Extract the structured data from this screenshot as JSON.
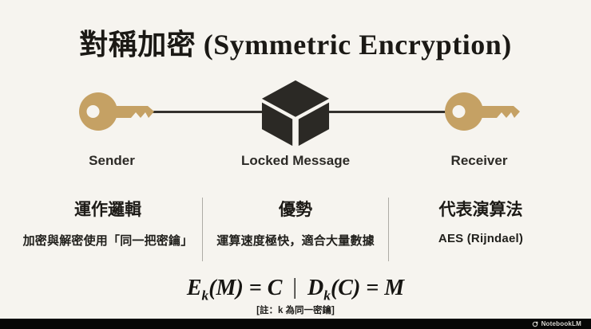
{
  "page": {
    "background": "#f6f4ef",
    "ink": "#1b1915",
    "divider_color": "#aeaca6"
  },
  "title": "對稱加密 (Symmetric Encryption)",
  "diagram": {
    "key_color": "#c5a164",
    "cube_color": "#2b2925",
    "line_color": "#33312d",
    "sender_label": "Sender",
    "locked_message_label": "Locked Message",
    "receiver_label": "Receiver"
  },
  "columns": [
    {
      "heading": "運作邏輯",
      "description": "加密與解密使用「同一把密鑰」"
    },
    {
      "heading": "優勢",
      "description": "運算速度極快，適合大量數據"
    },
    {
      "heading": "代表演算法",
      "description": "AES (Rijndael)"
    }
  ],
  "formula": {
    "enc_fn": "E",
    "enc_sub": "k",
    "enc_rest": "(M) = C",
    "separator": "|",
    "dec_fn": "D",
    "dec_sub": "k",
    "dec_rest": "(C) = M",
    "note": "[註：k 為同一密鑰]"
  },
  "footer": {
    "brand": "NotebookLM",
    "bar_color": "#060606"
  }
}
